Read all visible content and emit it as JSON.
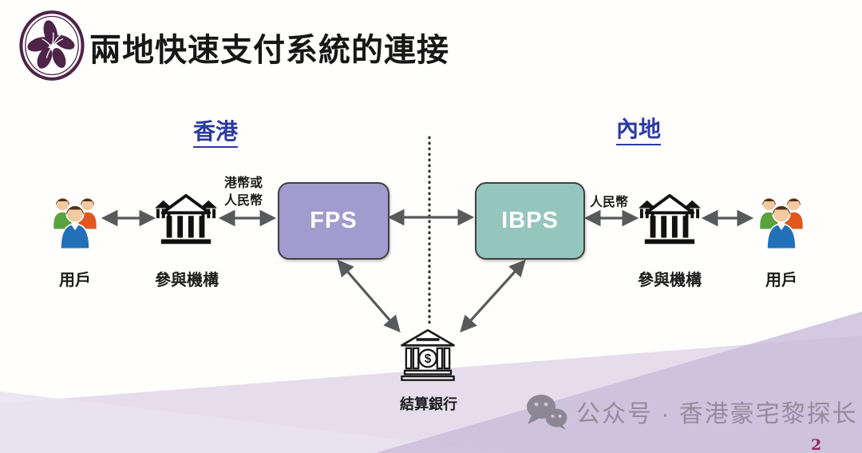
{
  "header": {
    "title": "兩地快速支付系統的連接",
    "logo_icon": "hkma-bauhinia-logo"
  },
  "regions": {
    "left": "香港",
    "right": "內地"
  },
  "nodes": {
    "users_left": "用戶",
    "bank_left": "參與機構",
    "fps": "FPS",
    "ibps": "IBPS",
    "bank_right": "參與機構",
    "users_right": "用戶",
    "settlement_bank": "結算銀行",
    "settlement_symbol": "$"
  },
  "edges": {
    "currency_left": "港幣或\n人民幣",
    "currency_right": "人民幣"
  },
  "watermark": {
    "icon": "wechat-icon",
    "text": "公众号 · 香港豪宅黎探长"
  },
  "page_number": "2",
  "colors": {
    "fps_fill": "#a29bce",
    "ibps_fill": "#95c6be",
    "region_label": "#2b3aa0",
    "arrow": "#58595b",
    "logo_plum": "#4e2448",
    "watermark_gray": "#8d8795",
    "wedge_light": "#e9e3f0",
    "wedge_mid": "#dcd2e6",
    "wedge_dark": "#c9bcd9"
  }
}
